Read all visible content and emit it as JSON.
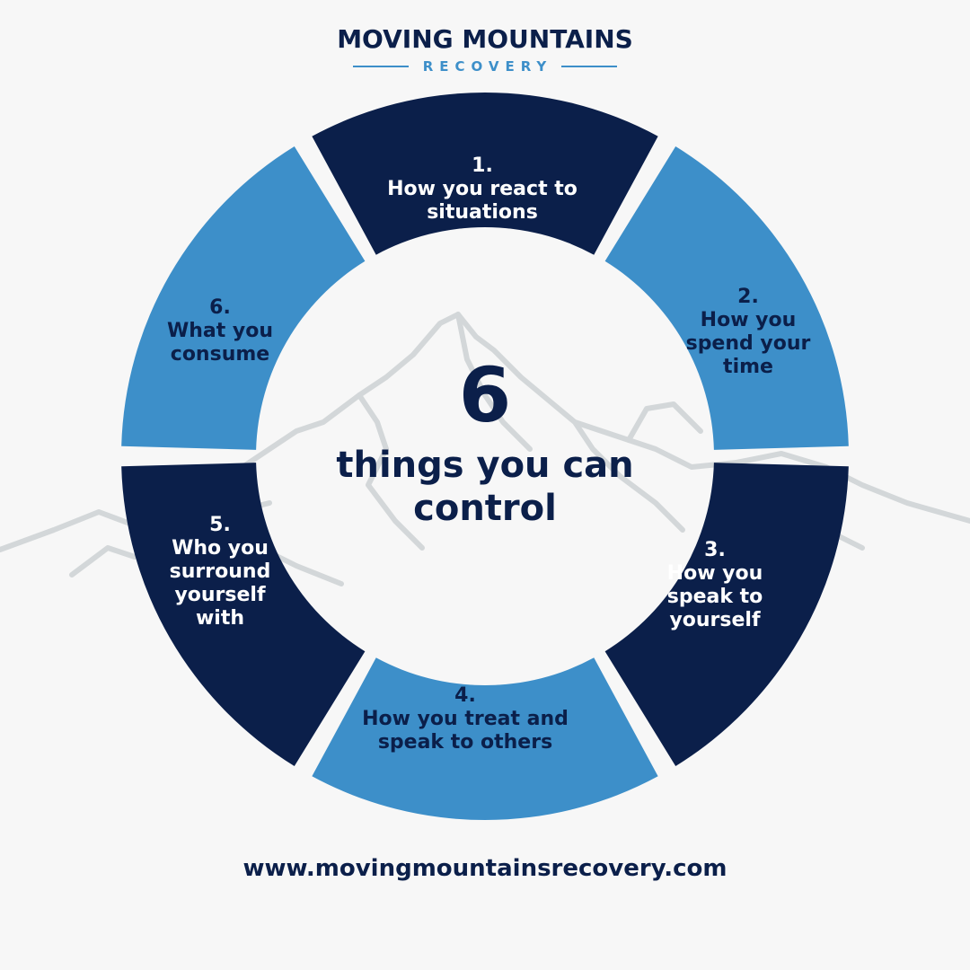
{
  "brand": {
    "name": "MOVING MOUNTAINS",
    "subtitle": "RECOVERY"
  },
  "center": {
    "number": "6",
    "caption": "things you can\ncontrol"
  },
  "segments": [
    {
      "number": "1.",
      "label": "How you react to\nsituations",
      "color": "#0b1f4a"
    },
    {
      "number": "2.",
      "label": "How you\nspend your\ntime",
      "color": "#3d8fc9"
    },
    {
      "number": "3.",
      "label": "How you\nspeak to\nyourself",
      "color": "#0b1f4a"
    },
    {
      "number": "4.",
      "label": "How you treat and\nspeak to others",
      "color": "#3d8fc9"
    },
    {
      "number": "5.",
      "label": "Who you\nsurround\nyourself\nwith",
      "color": "#0b1f4a"
    },
    {
      "number": "6.",
      "label": "What you\nconsume",
      "color": "#3d8fc9"
    }
  ],
  "website": "www.movingmountainsrecovery.com",
  "colors": {
    "navy": "#0b1f4a",
    "blue": "#3d8fc9",
    "background": "#f7f7f7",
    "mountain": "#d9dcdd"
  },
  "background_art": "mountain-outline"
}
